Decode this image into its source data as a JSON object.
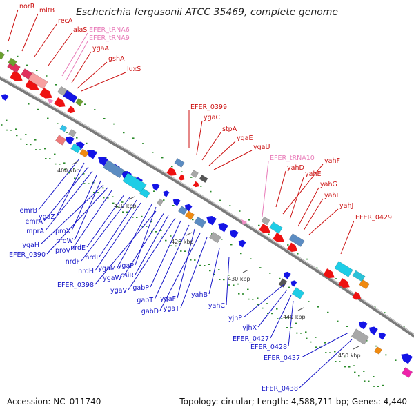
{
  "title": "Escherichia fergusonii ATCC 35469, complete genome",
  "footer": {
    "accession": "Accession: NC_011740",
    "topology": "Topology: circular; Length: 4,588,711 bp; Genes: 4,440"
  },
  "colors": {
    "forward": "#ee1111",
    "reverse": "#1414e6",
    "trna": "#f08ec4",
    "backbone": "#7a7a7a",
    "green_dots": "#2a8a2a",
    "cyan": "#1ecde6",
    "steel": "#5b8cc2",
    "pink": "#e0305e",
    "olive": "#6aa030",
    "orange": "#f08a10",
    "gray": "#a8a8a8"
  },
  "ticks": [
    "400 kbp",
    "410 kbp",
    "420 kbp",
    "430 kbp",
    "440 kbp",
    "450 kbp"
  ],
  "forward_labels": [
    "norR",
    "mltB",
    "recA",
    "alaS",
    "ygaA",
    "gshA",
    "luxS",
    "EFER_0399",
    "ygaC",
    "stpA",
    "ygaE",
    "ygaU",
    "yahD",
    "yahF",
    "yahE",
    "yahG",
    "yahI",
    "yahJ",
    "EFER_0429"
  ],
  "trna_labels": [
    "EFER_tRNA6",
    "EFER_tRNA9",
    "EFER_tRNA10"
  ],
  "reverse_labels": [
    "emrB",
    "ygaZ",
    "emrA",
    "mprA",
    "proX",
    "proW",
    "ygaH",
    "EFER_0390",
    "proV",
    "nrdE",
    "nrdF",
    "nrdI",
    "nrdH",
    "ygaM",
    "ygaP",
    "EFER_0398",
    "ygaW",
    "csiR",
    "ygaV",
    "gabP",
    "gabT",
    "ygaF",
    "gabD",
    "ygaT",
    "yahB",
    "yahC",
    "yjhP",
    "yjhX",
    "EFER_0427",
    "EFER_0428",
    "EFER_0437",
    "EFER_0438"
  ]
}
